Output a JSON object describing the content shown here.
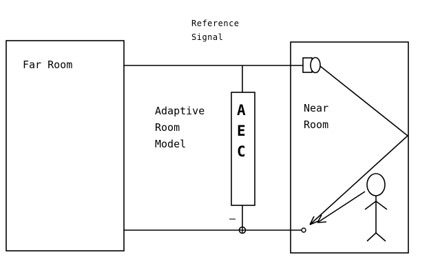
{
  "labels": {
    "reference_line1": "Reference",
    "reference_line2": "Signal",
    "far_room": "Far Room",
    "near_room_line1": "Near",
    "near_room_line2": "Room",
    "adaptive_line1": "Adaptive",
    "adaptive_line2": "Room",
    "adaptive_line3": "Model",
    "aec_letter_1": "A",
    "aec_letter_2": "E",
    "aec_letter_3": "C",
    "minus_sign": "–"
  }
}
